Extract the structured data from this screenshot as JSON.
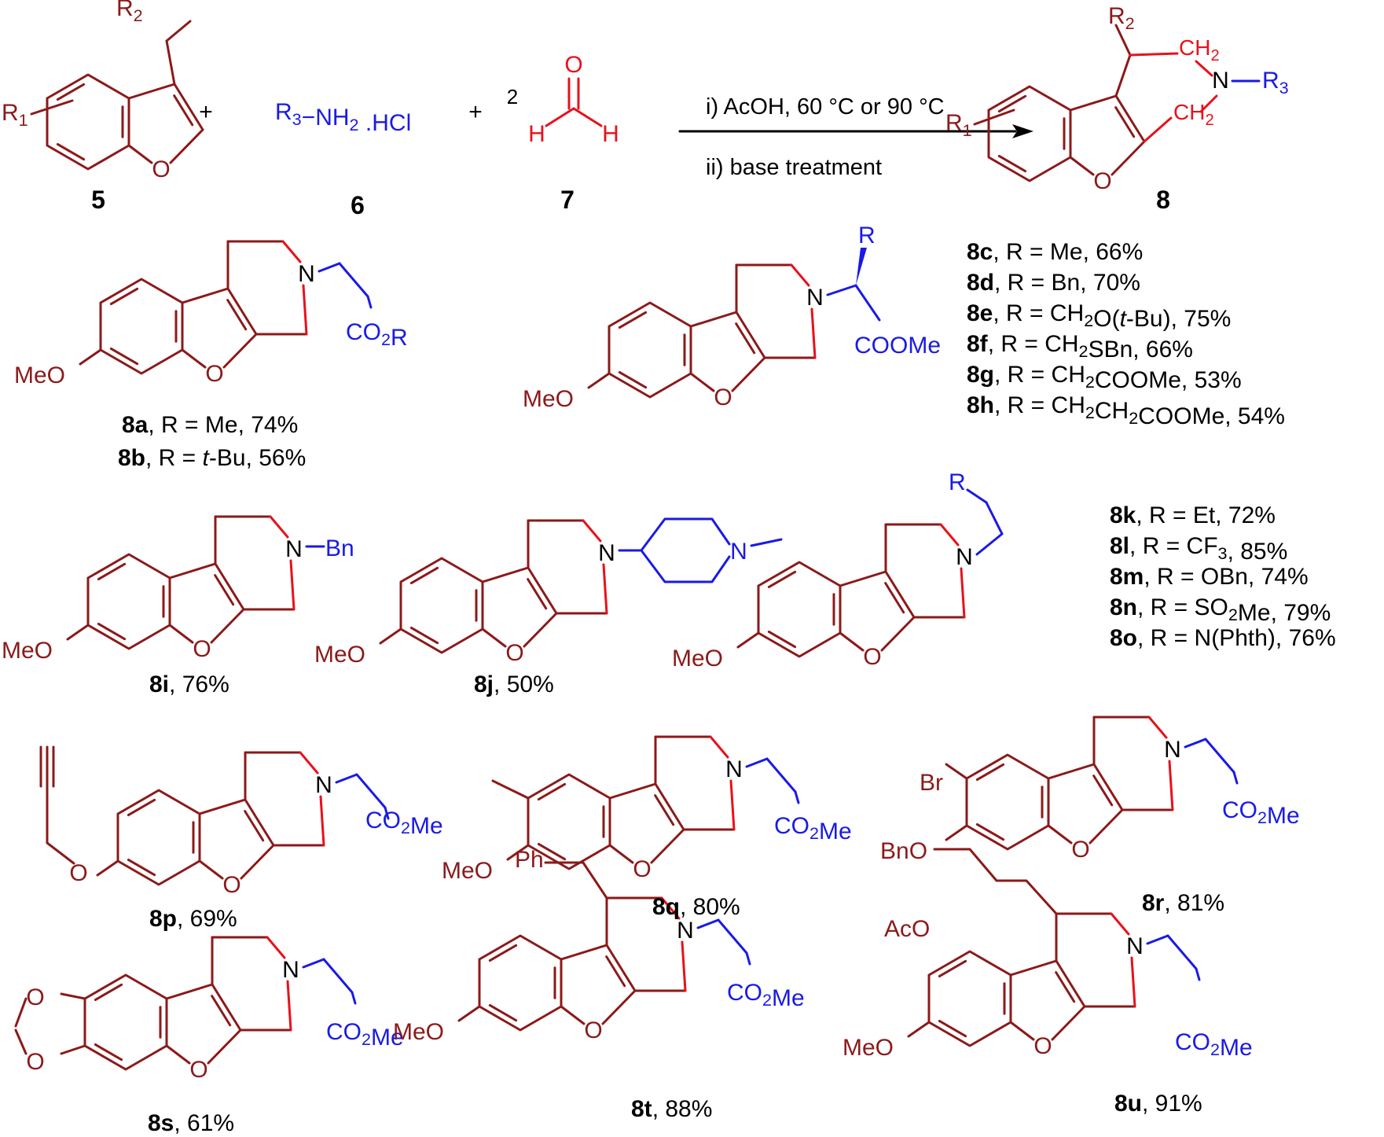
{
  "colors": {
    "core": "#8b1a1a",
    "new_bonds": "#e8111b",
    "amine": "#1a1ae6",
    "text": "#000000"
  },
  "reaction": {
    "compound_5_label": "5",
    "compound_6_label": "6",
    "compound_7_label": "7",
    "compound_8_label": "8",
    "plus": "+",
    "equivalents_7": "2",
    "amine_reagent": "R3−NH2 .HCl",
    "condition_1": "i) AcOH, 60 °C or 90 °C",
    "condition_2": "ii) base treatment",
    "substituent_R1": "R1",
    "substituent_R2": "R2",
    "substituent_R3": "R3",
    "ch2": "CH2",
    "n": "N",
    "o": "O",
    "h": "H"
  },
  "products": {
    "p8ab": {
      "lines": [
        "8a, R = Me, 74%",
        "8b, R = t-Bu, 56%"
      ]
    },
    "p8c_h": {
      "lines": [
        "8c, R = Me, 66%",
        "8d, R = Bn, 70%",
        "8e, R = CH2O(t-Bu), 75%",
        "8f, R = CH2SBn, 66%",
        "8g, R = CH2COOMe, 53%",
        "8h, R = CH2CH2COOMe, 54%"
      ]
    },
    "p8i": "8i, 76%",
    "p8j": "8j, 50%",
    "p8k_o": {
      "lines": [
        "8k, R = Et, 72%",
        "8l, R = CF3, 85%",
        "8m, R = OBn, 74%",
        "8n, R = SO2Me, 79%",
        "8o, R = N(Phth), 76%"
      ]
    },
    "p8p": "8p, 69%",
    "p8q": "8q, 80%",
    "p8r": "8r, 81%",
    "p8s": "8s, 61%",
    "p8t": "8t, 88%",
    "p8u": "8u, 91%"
  },
  "atom_labels": {
    "meo": "MeO",
    "bno": "BnO",
    "aco": "AcO",
    "br": "Br",
    "ph": "Ph",
    "bn": "Bn",
    "co2r": "CO2R",
    "co2me": "CO2Me",
    "coome": "COOMe",
    "r": "R"
  }
}
